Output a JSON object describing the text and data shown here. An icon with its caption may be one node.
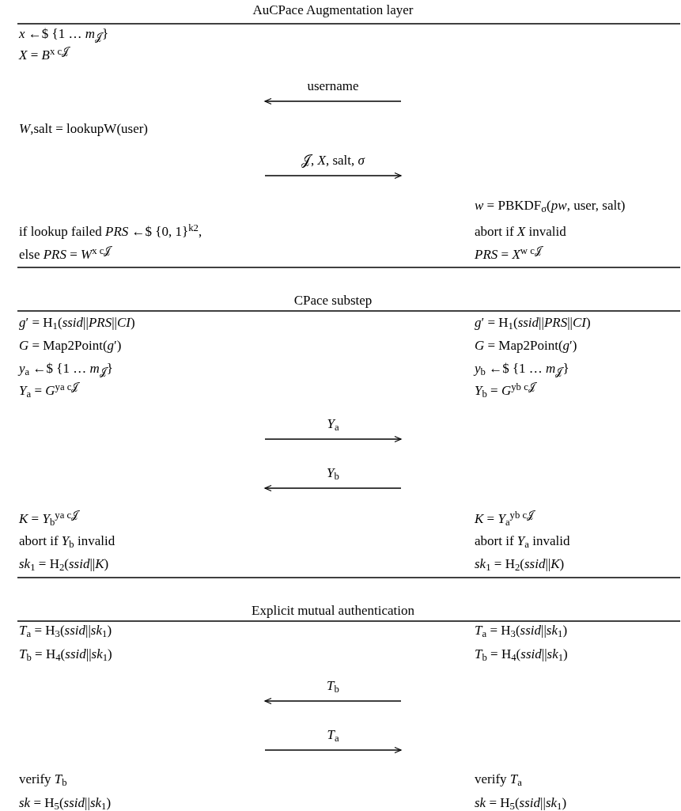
{
  "diagram": {
    "labels": [
      "AuCPace Augmentation layer",
      "*x* ←$ {1 … *m*$_{𝒥}$}",
      "*X* = *B*$^{x c𝒥}$",
      "username",
      "*W*,salt = lookupW(user)",
      "𝒥, *X*, salt, *σ*",
      "*w* = PBKDF$_{σ}$(*pw*, user, salt)",
      "if lookup failed *PRS* ←$ {0, 1}$^{k2}$,",
      "abort if *X* invalid",
      "else *PRS* = *W*$^{x c𝒥}$",
      "*PRS* = *X*$^{w c𝒥}$",
      "CPace substep",
      "*g*′ = H$_{1}$(*ssid*||*PRS*||*CI*)",
      "*g*′ = H$_{1}$(*ssid*||*PRS*||*CI*)",
      "*G* = Map2Point(*g*′)",
      "*G* = Map2Point(*g*′)",
      "*y*$_{a}$ ←$ {1 … *m*$_{𝒥}$}",
      "*y*$_{b}$ ←$ {1 … *m*$_{𝒥}$}",
      "*Y*$_{a}$ = *G*$^{ya c𝒥}$",
      "*Y*$_{b}$ = *G*$^{yb c𝒥}$",
      "*Y*$_{a}$",
      "*Y*$_{b}$",
      "*K* = *Y*$_{b}$$^{ya c𝒥}$",
      "*K* = *Y*$_{a}$$^{yb c𝒥}$",
      "abort if *Y*$_{b}$ invalid",
      "abort if *Y*$_{a}$ invalid",
      "*sk*$_{1}$ = H$_{2}$(*ssid*||*K*)",
      "*sk*$_{1}$ = H$_{2}$(*ssid*||*K*)",
      "Explicit mutual authentication",
      "*T*$_{a}$ = H$_{3}$(*ssid*||*sk*$_{1}$)",
      "*T*$_{a}$ = H$_{3}$(*ssid*||*sk*$_{1}$)",
      "*T*$_{b}$ = H$_{4}$(*ssid*||*sk*$_{1}$)",
      "*T*$_{b}$ = H$_{4}$(*ssid*||*sk*$_{1}$)",
      "*T*$_{b}$",
      "*T*$_{a}$",
      "verify *T*$_{b}$",
      "verify *T*$_{a}$",
      "*sk* = H$_{5}$(*ssid*||*sk*$_{1}$)",
      "*sk* = H$_{5}$(*ssid*||*sk*$_{1}$)"
    ]
  }
}
